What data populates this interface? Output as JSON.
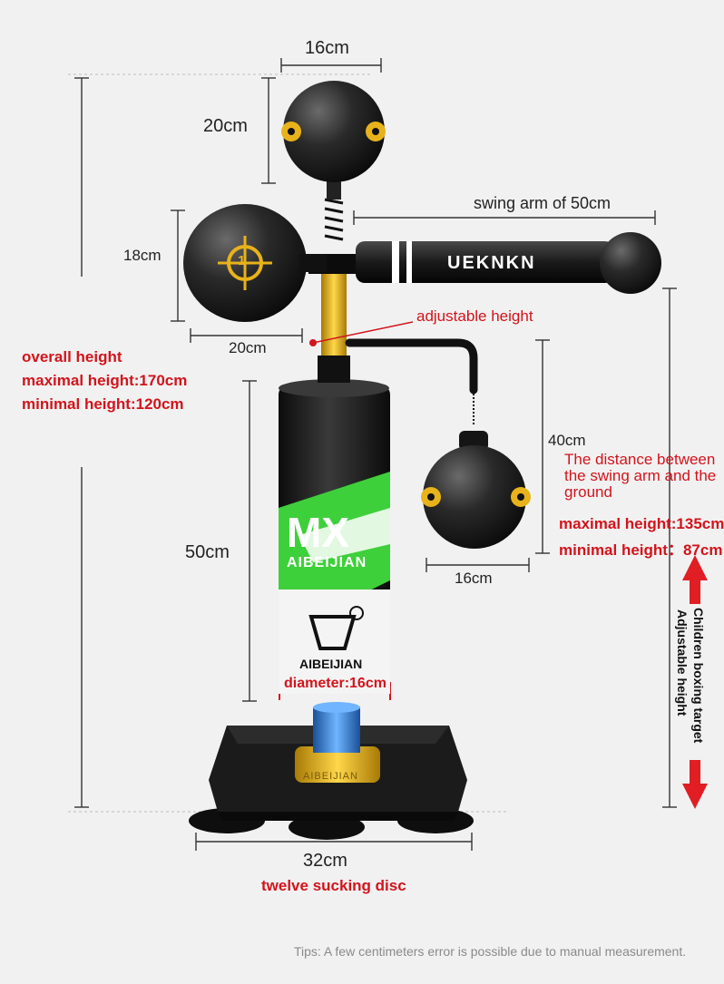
{
  "dimensions": {
    "top_width": "16cm",
    "top_height": "20cm",
    "swing_arm": "swing arm of 50cm",
    "pad_height": "18cm",
    "pad_width": "20cm",
    "adjustable_height": "adjustable height",
    "arm_to_ball": "40cm",
    "column_height": "50cm",
    "hanging_ball_width": "16cm",
    "base_width": "32cm"
  },
  "overall": {
    "title": "overall height",
    "max": "maximal height:170cm",
    "min": "minimal height:120cm"
  },
  "swing": {
    "line1": "The distance between",
    "line2": "the swing arm and the",
    "line3": "ground",
    "max": "maximal height:135cm",
    "min": "minimal height：87cm"
  },
  "diameter": "diameter:16cm",
  "suction": "twelve sucking disc",
  "side_caption": {
    "line1": "Children boxing target",
    "line2": "Adjustable height"
  },
  "product": {
    "arm_logo": "UEKNKN",
    "brand_big": "MX",
    "brand": "AIBEIJIAN",
    "brand_small": "AIBEIJIAN",
    "pad_number": "1",
    "base_text": "AIBEIJIAN"
  },
  "tips": "Tips: A few centimeters error is possible due to manual measurement.",
  "colors": {
    "accent_red": "#d2141c",
    "green": "#3ed03a",
    "gold": "#e8b21a",
    "blue": "#2f7fd6",
    "black": "#151515"
  }
}
